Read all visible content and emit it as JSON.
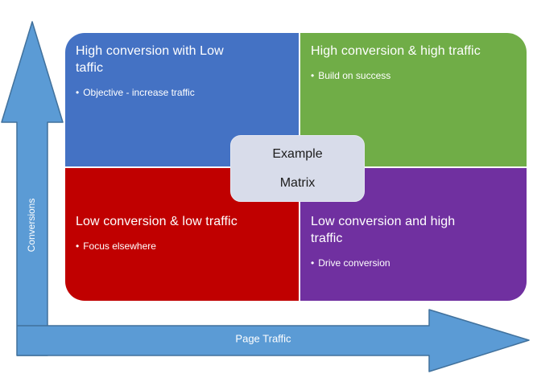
{
  "diagram": {
    "name": "Example Matrix",
    "bullet_char": "•",
    "quadrants": [
      {
        "id": "top-left",
        "title": "High conversion with Low\ntaffic",
        "bullet": "Objective - increase traffic"
      },
      {
        "id": "top-right",
        "title": "High conversion & high traffic",
        "bullet": "Build on success"
      },
      {
        "id": "bottom-left",
        "title": "Low conversion & low traffic",
        "bullet": "Focus elsewhere"
      },
      {
        "id": "bottom-right",
        "title": "Low conversion and high\ntraffic",
        "bullet": "Drive conversion"
      }
    ],
    "center_box": {
      "line1": "Example",
      "line2": "Matrix"
    },
    "axes": {
      "y_label": "Conversions",
      "x_label": "Page Traffic"
    },
    "colors": {
      "quadrant_top_left": "#4472C4",
      "quadrant_top_right": "#70AD47",
      "quadrant_bottom_left": "#C00000",
      "quadrant_bottom_right": "#7030A0",
      "arrow_fill": "#5B9BD5",
      "arrow_border": "#41719C",
      "center_box_fill": "#D8DCEA",
      "quadrant_text": "#FFFFFF",
      "center_box_text": "#1C1C1C"
    }
  }
}
